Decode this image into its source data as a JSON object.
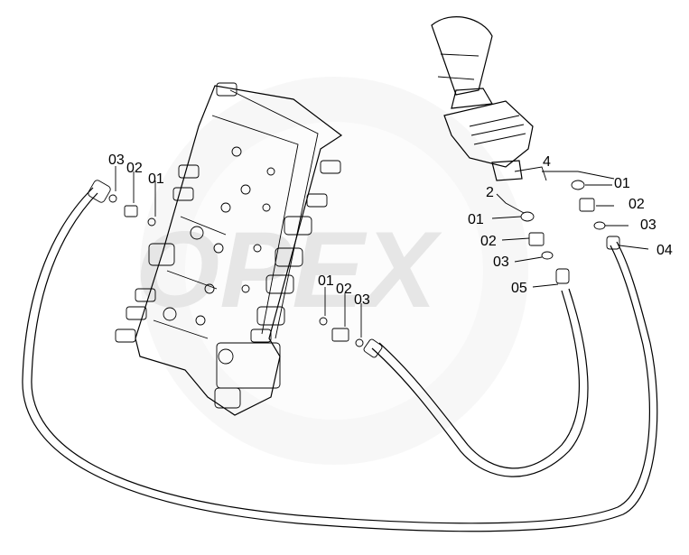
{
  "watermark": {
    "text": "OPEX"
  },
  "callouts": {
    "left": {
      "c03": "03",
      "c02": "02",
      "c01": "01"
    },
    "middle": {
      "c01": "01",
      "c02": "02",
      "c03": "03"
    },
    "right_upper": {
      "n4": "4",
      "c01": "01",
      "c02": "02",
      "c03": "03",
      "c04": "04"
    },
    "right_lower": {
      "n2": "2",
      "c01": "01",
      "c02": "02",
      "c03": "03",
      "c05": "05"
    }
  }
}
